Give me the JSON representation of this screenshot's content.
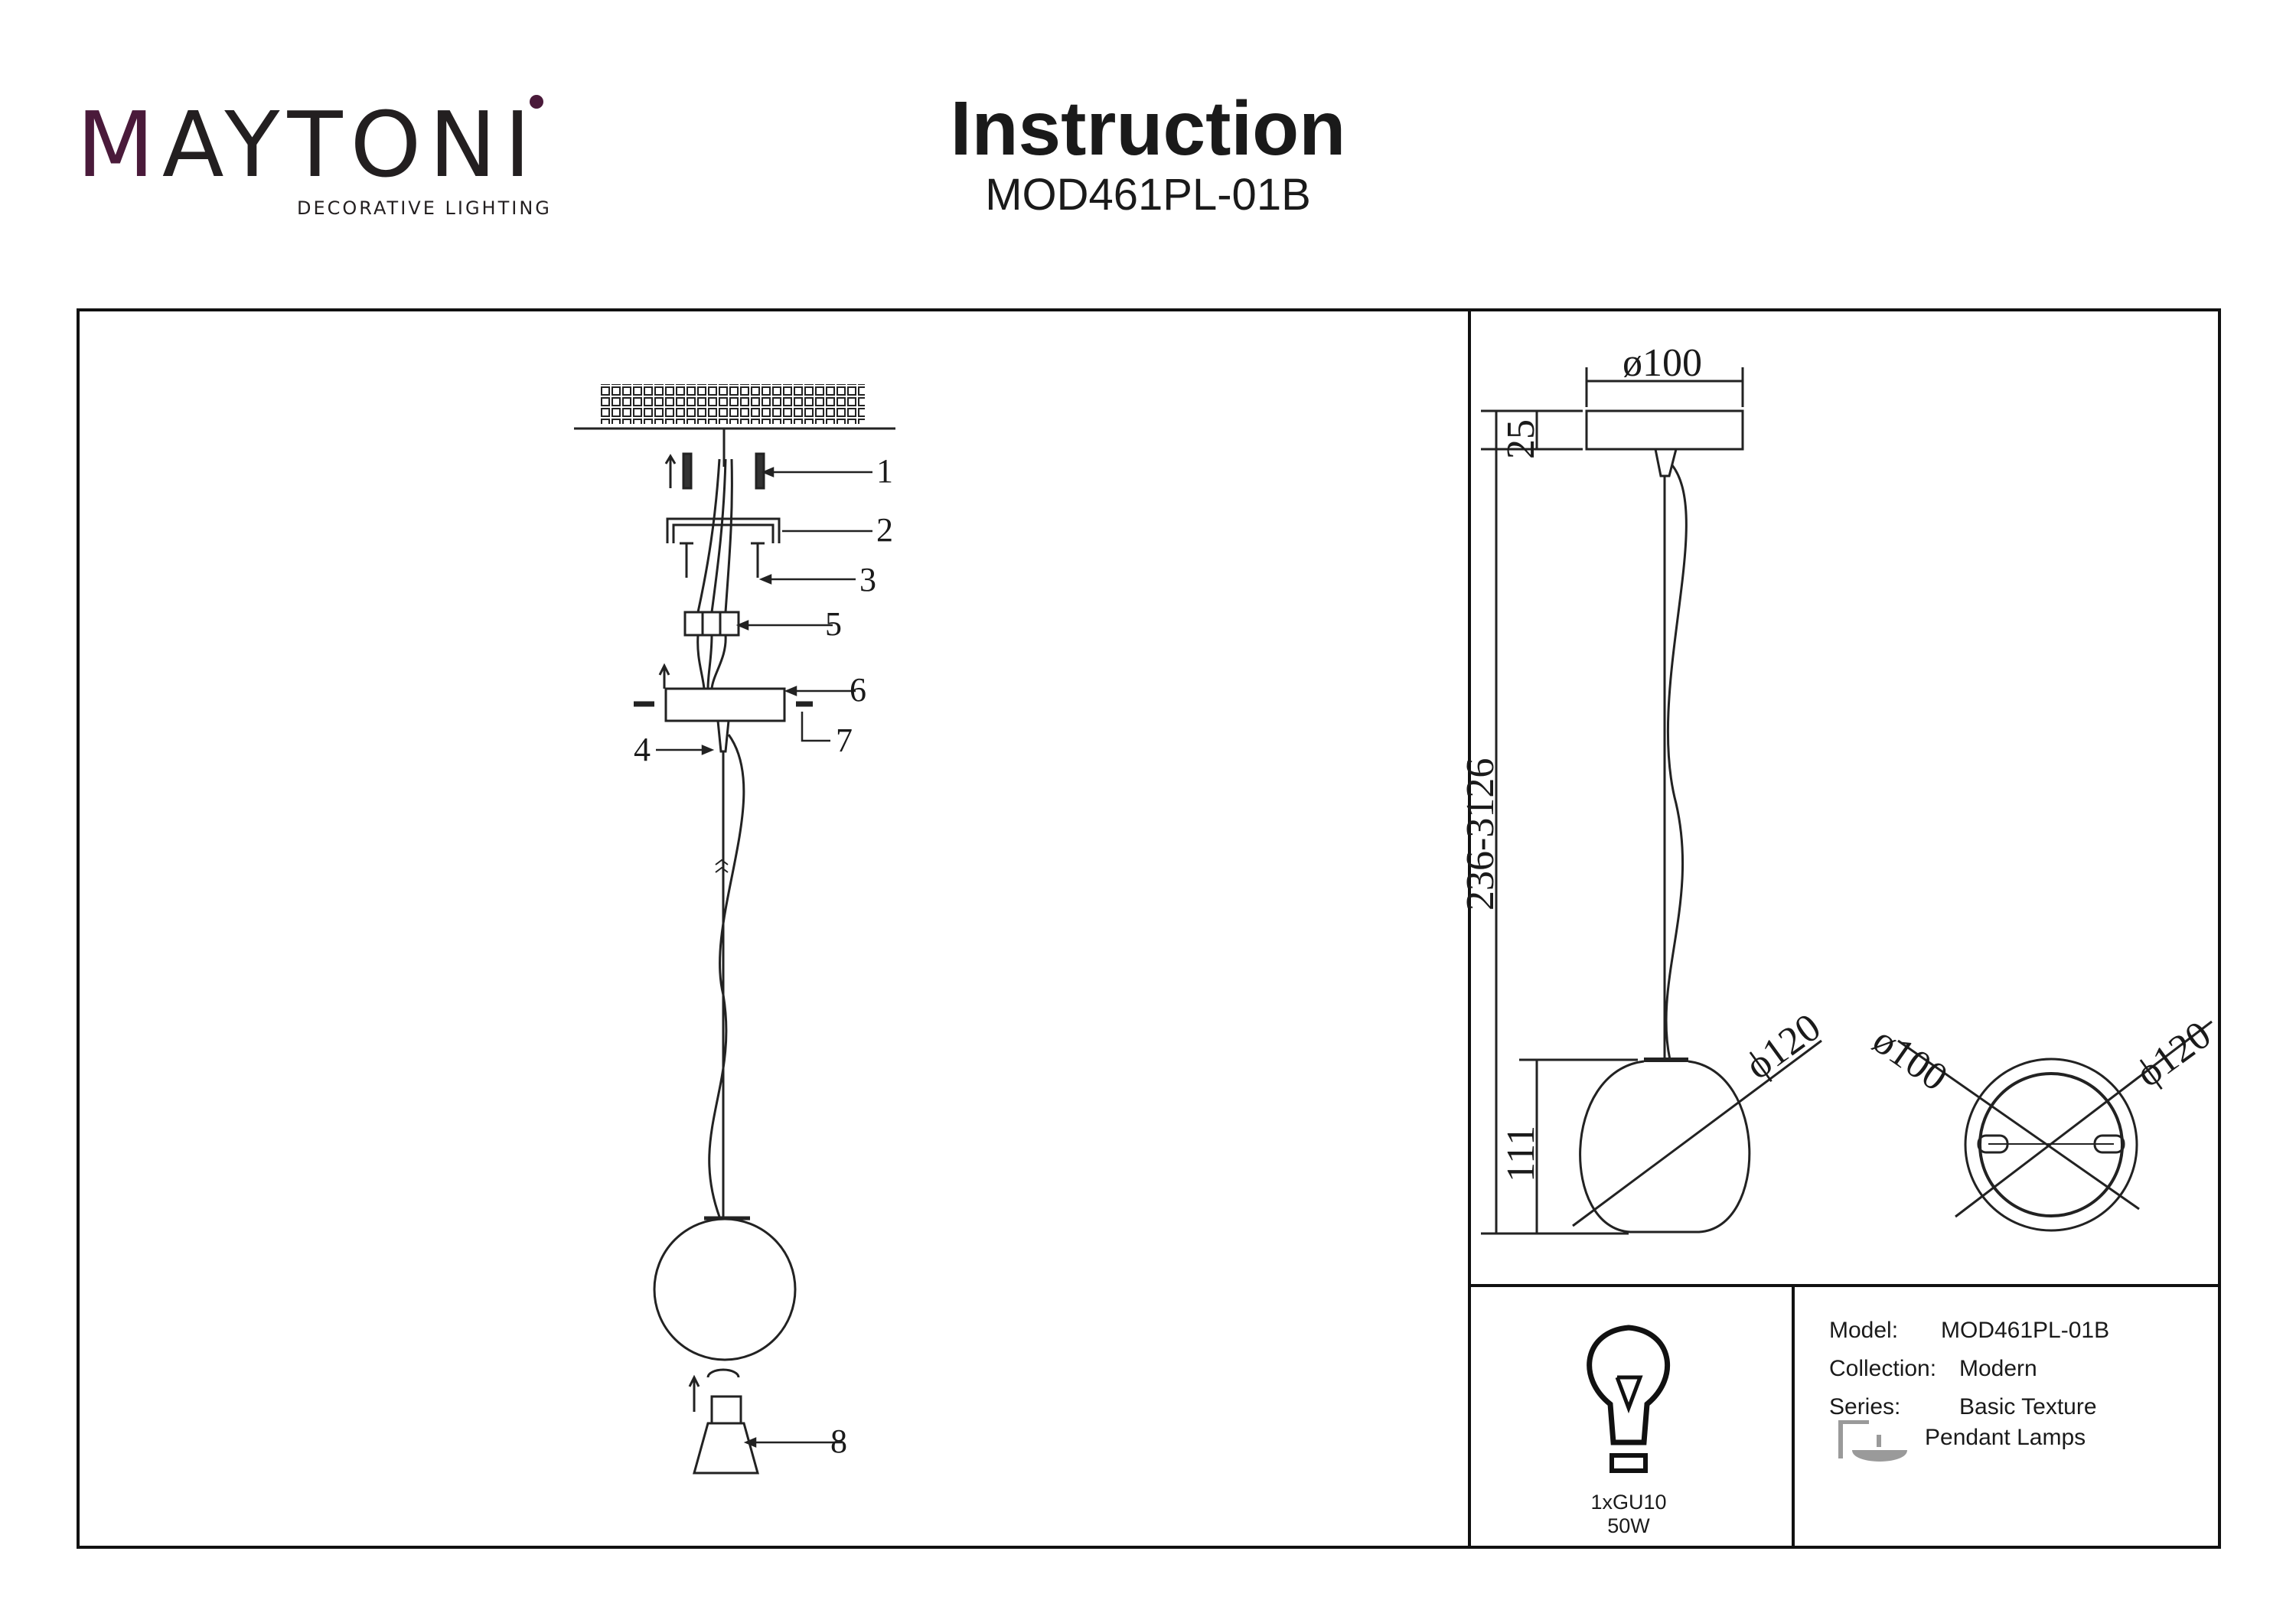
{
  "brand": {
    "name": "MAYTONI",
    "tagline": "DECORATIVE LIGHTING",
    "accent_color": "#4a1a3a"
  },
  "header": {
    "title": "Instruction",
    "model": "MOD461PL-01B"
  },
  "assembly": {
    "callouts": [
      "1",
      "2",
      "3",
      "5",
      "6",
      "7",
      "4",
      "8"
    ]
  },
  "dimensions": {
    "canopy_diameter": "ø100",
    "canopy_height": "25",
    "total_height": "236-3126",
    "shade_diameter": "ϕ120",
    "shade_height": "111",
    "bottom_view_canopy": "ø100",
    "bottom_view_shade": "ϕ120"
  },
  "bulb": {
    "label": "1xGU10 50W",
    "icon": "lightbulb-icon"
  },
  "specs": {
    "model_label": "Model:",
    "model_value": "MOD461PL-01B",
    "collection_label": "Collection:",
    "collection_value": "Modern",
    "series_label": "Series:",
    "series_value": "Basic Texture",
    "type_value": "Pendant Lamps",
    "type_icon": "pendant-lamp-icon"
  }
}
